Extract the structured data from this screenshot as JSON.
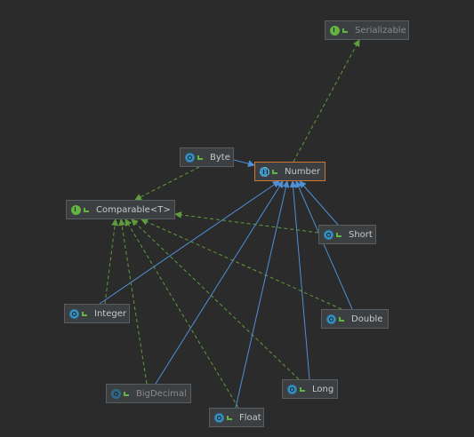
{
  "diagram": {
    "colors": {
      "background": "#2b2b2b",
      "extends_edge": "#4f8fd6",
      "implements_edge": "#5f9c3e"
    },
    "nodes": [
      {
        "id": "serializable",
        "label": "Serializable",
        "kind": "interface",
        "dim": true
      },
      {
        "id": "byte",
        "label": "Byte",
        "kind": "class"
      },
      {
        "id": "number",
        "label": "Number",
        "kind": "abstract",
        "selected": true
      },
      {
        "id": "comparable",
        "label": "Comparable<T>",
        "kind": "interface"
      },
      {
        "id": "short",
        "label": "Short",
        "kind": "class"
      },
      {
        "id": "integer",
        "label": "Integer",
        "kind": "class"
      },
      {
        "id": "double",
        "label": "Double",
        "kind": "class"
      },
      {
        "id": "long",
        "label": "Long",
        "kind": "class"
      },
      {
        "id": "bigdecimal",
        "label": "BigDecimal",
        "kind": "class",
        "dim": true
      },
      {
        "id": "float",
        "label": "Float",
        "kind": "class"
      }
    ],
    "edges": [
      {
        "from": "number",
        "to": "serializable",
        "type": "implements"
      },
      {
        "from": "byte",
        "to": "number",
        "type": "extends"
      },
      {
        "from": "byte",
        "to": "comparable",
        "type": "implements"
      },
      {
        "from": "short",
        "to": "number",
        "type": "extends"
      },
      {
        "from": "short",
        "to": "comparable",
        "type": "implements"
      },
      {
        "from": "integer",
        "to": "number",
        "type": "extends"
      },
      {
        "from": "integer",
        "to": "comparable",
        "type": "implements"
      },
      {
        "from": "double",
        "to": "number",
        "type": "extends"
      },
      {
        "from": "double",
        "to": "comparable",
        "type": "implements"
      },
      {
        "from": "long",
        "to": "number",
        "type": "extends"
      },
      {
        "from": "long",
        "to": "comparable",
        "type": "implements"
      },
      {
        "from": "bigdecimal",
        "to": "number",
        "type": "extends"
      },
      {
        "from": "bigdecimal",
        "to": "comparable",
        "type": "implements"
      },
      {
        "from": "float",
        "to": "number",
        "type": "extends"
      },
      {
        "from": "float",
        "to": "comparable",
        "type": "implements"
      }
    ]
  }
}
